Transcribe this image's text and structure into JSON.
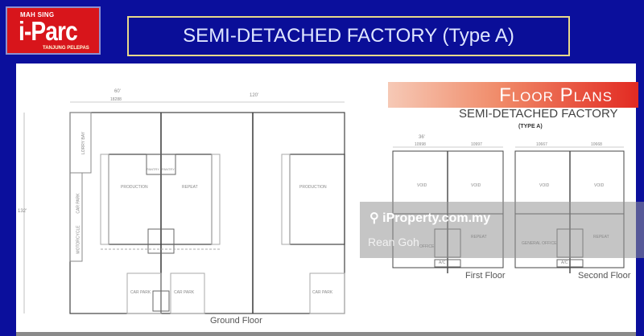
{
  "logo": {
    "top": "MAH SING",
    "main": "i-Parc",
    "sub": "TANJUNG PELEPAS"
  },
  "header": {
    "title": "SEMI-DETACHED FACTORY (Type A)"
  },
  "floor_plans": {
    "banner": "Floor Plans",
    "subtitle": "SEMI-DETACHED FACTORY",
    "type": "(TYPE A)",
    "ground": {
      "caption": "Ground Floor",
      "dim_width": "60'",
      "dim_sub": "18288",
      "dim_total": "120'",
      "dim_depth": "132'",
      "labels": [
        "LORRY BAY",
        "CAR PARK",
        "MOTORCYCLE",
        "PRODUCTION",
        "REPEAT",
        "PRODUCTION",
        "PANTRY",
        "PANTRY",
        "CAR PARK",
        "CAR PARK",
        "CAR PARK"
      ]
    },
    "first": {
      "caption": "First Floor",
      "dim_width": "36'",
      "dim_a": "10998",
      "dim_b": "10997",
      "labels": [
        "VOID",
        "VOID",
        "OFFICE",
        "REPEAT",
        "A/C"
      ]
    },
    "second": {
      "caption": "Second Floor",
      "dim_a": "10667",
      "dim_b": "10668",
      "labels": [
        "VOID",
        "VOID",
        "GENERAL OFFICE",
        "REPEAT",
        "A/C"
      ]
    }
  },
  "watermark": {
    "brand": "iProperty.com.my",
    "user": "Rean Goh"
  }
}
